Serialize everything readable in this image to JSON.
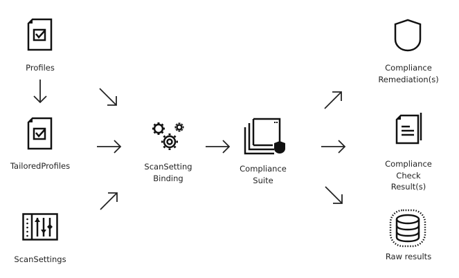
{
  "nodes": {
    "profiles": {
      "label": "Profiles",
      "icon": "document-check-icon"
    },
    "tailored_profiles": {
      "label": "TailoredProfiles",
      "icon": "document-check-icon"
    },
    "scan_settings": {
      "label": "ScanSettings",
      "icon": "sliders-icon"
    },
    "scan_setting_binding": {
      "lines": [
        "ScanSetting",
        "Binding"
      ],
      "icon": "gears-icon"
    },
    "compliance_suite": {
      "lines": [
        "Compliance",
        "Suite"
      ],
      "icon": "stacked-windows-shield-icon"
    },
    "compliance_remediations": {
      "lines": [
        "Compliance",
        "Remediation(s)"
      ],
      "icon": "shield-icon"
    },
    "compliance_check_results": {
      "lines": [
        "Compliance",
        "Check",
        "Result(s)"
      ],
      "icon": "documents-icon"
    },
    "raw_results": {
      "label": "Raw results",
      "icon": "database-icon"
    }
  },
  "edges": [
    [
      "Profiles",
      "TailoredProfiles"
    ],
    [
      "Profiles",
      "ScanSettingBinding"
    ],
    [
      "TailoredProfiles",
      "ScanSettingBinding"
    ],
    [
      "ScanSettings",
      "ScanSettingBinding"
    ],
    [
      "ScanSettingBinding",
      "ComplianceSuite"
    ],
    [
      "ComplianceSuite",
      "ComplianceRemediation(s)"
    ],
    [
      "ComplianceSuite",
      "ComplianceCheckResult(s)"
    ],
    [
      "ComplianceSuite",
      "Raw results"
    ]
  ]
}
